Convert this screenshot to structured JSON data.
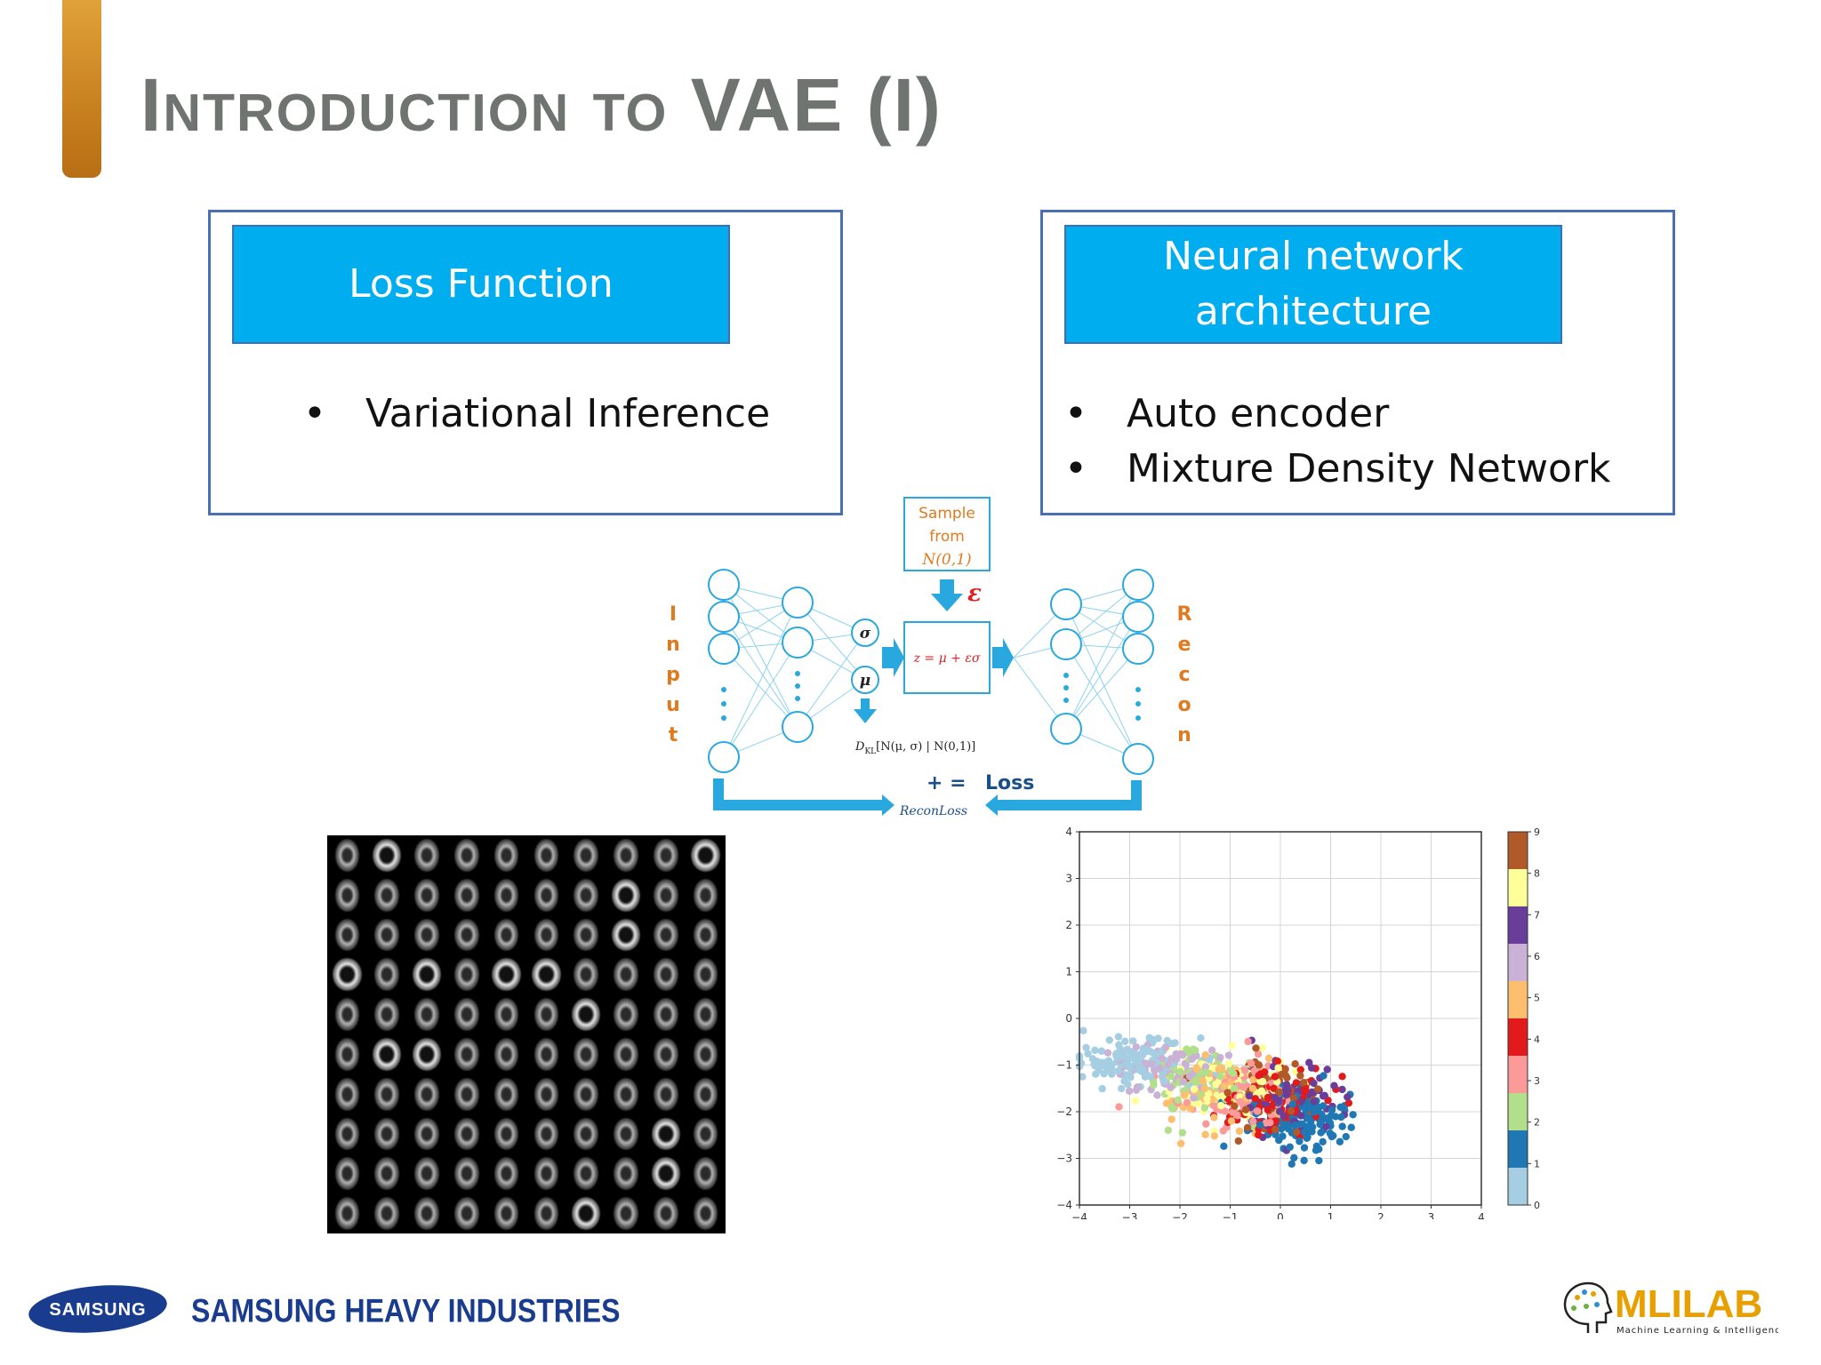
{
  "title": "Introduction to VAE (I)",
  "left_panel": {
    "header": "Loss Function",
    "bullets": [
      "Variational Inference"
    ]
  },
  "right_panel": {
    "header_line1": "Neural network",
    "header_line2": "architecture",
    "bullets": [
      "Auto encoder",
      "Mixture Density Network"
    ]
  },
  "diagram": {
    "sample_line1": "Sample",
    "sample_line2": "from",
    "sample_line3": "N(0,1)",
    "epsilon": "ε",
    "sigma": "σ",
    "mu": "μ",
    "z_formula": "z = μ + εσ",
    "kl_term": "D",
    "kl_sub": "KL",
    "kl_rest": "[N(μ, σ) | N(0,1)]",
    "input_letters": [
      "I",
      "n",
      "p",
      "u",
      "t"
    ],
    "recon_letters": [
      "R",
      "e",
      "c",
      "o",
      "n"
    ],
    "plus_eq": "+  =",
    "loss": "Loss",
    "recon_loss": "ReconLoss",
    "accent_color": "#29a8e0",
    "orange_color": "#e07a1f"
  },
  "mnist_grid": {
    "rows": 10,
    "cols": 10,
    "bright_cells": [
      1,
      9,
      17,
      27,
      30,
      32,
      34,
      35,
      46,
      51,
      52,
      78,
      88,
      96
    ]
  },
  "chart_data": {
    "type": "scatter",
    "xlim": [
      -4,
      4
    ],
    "ylim": [
      -4,
      4
    ],
    "x_ticks": [
      "−4",
      "−3",
      "−2",
      "−1",
      "0",
      "1",
      "2",
      "3",
      "4"
    ],
    "y_ticks": [
      "−4",
      "−3",
      "−2",
      "−1",
      "0",
      "1",
      "2",
      "3",
      "4"
    ],
    "grid": true,
    "colorbar_ticks": [
      "0",
      "1",
      "2",
      "3",
      "4",
      "5",
      "6",
      "7",
      "8",
      "9"
    ],
    "colorbar_colors": [
      "#a6cee3",
      "#1f78b4",
      "#b2df8a",
      "#fb9a99",
      "#e31a1c",
      "#fdbf6f",
      "#cab2d6",
      "#6a3d9a",
      "#ffff99",
      "#b15928"
    ],
    "series": [
      {
        "label": "0",
        "centroid": [
          -3.0,
          -0.9
        ],
        "spread": [
          0.6,
          0.25
        ],
        "count": 140
      },
      {
        "label": "1",
        "centroid": [
          0.4,
          -2.2
        ],
        "spread": [
          0.45,
          0.35
        ],
        "count": 120
      },
      {
        "label": "2",
        "centroid": [
          -1.6,
          -1.4
        ],
        "spread": [
          0.6,
          0.35
        ],
        "count": 90
      },
      {
        "label": "3",
        "centroid": [
          -0.8,
          -1.6
        ],
        "spread": [
          0.6,
          0.35
        ],
        "count": 90
      },
      {
        "label": "4",
        "centroid": [
          -0.3,
          -1.7
        ],
        "spread": [
          0.6,
          0.4
        ],
        "count": 90
      },
      {
        "label": "5",
        "centroid": [
          -1.3,
          -1.5
        ],
        "spread": [
          0.6,
          0.35
        ],
        "count": 80
      },
      {
        "label": "6",
        "centroid": [
          -2.2,
          -1.1
        ],
        "spread": [
          0.55,
          0.3
        ],
        "count": 80
      },
      {
        "label": "7",
        "centroid": [
          0.2,
          -1.7
        ],
        "spread": [
          0.5,
          0.35
        ],
        "count": 90
      },
      {
        "label": "8",
        "centroid": [
          -1.0,
          -1.5
        ],
        "spread": [
          0.6,
          0.35
        ],
        "count": 80
      },
      {
        "label": "9",
        "centroid": [
          -0.2,
          -1.6
        ],
        "spread": [
          0.5,
          0.35
        ],
        "count": 80
      }
    ]
  },
  "footer": {
    "samsung_logo": "SAMSUNG",
    "company": "SAMSUNG HEAVY INDUSTRIES",
    "lab_logo": "MLILAB",
    "lab_subtitle": "Machine Learning & Intelligence"
  }
}
